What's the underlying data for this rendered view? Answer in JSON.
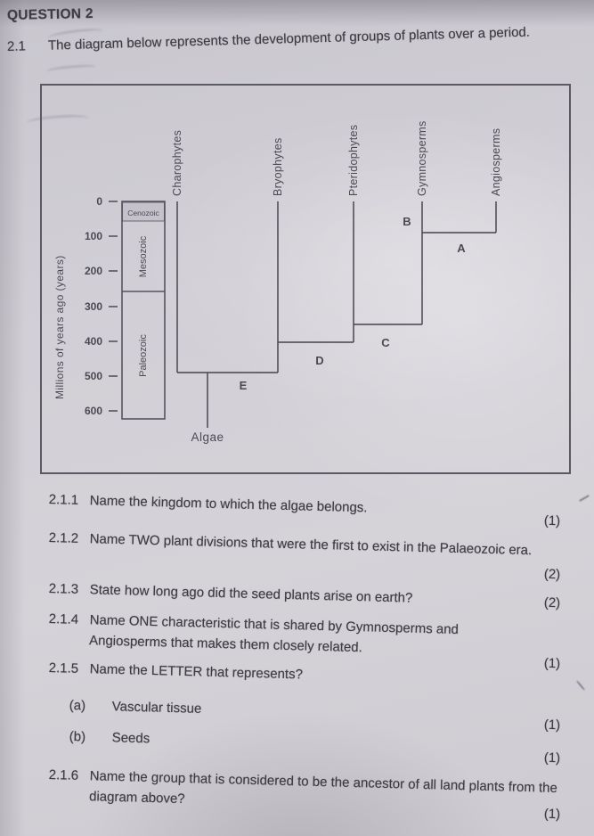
{
  "page": {
    "header": "QUESTION 2",
    "intro": {
      "number": "2.1",
      "text": "The diagram below represents the development of groups of plants over a period."
    }
  },
  "diagram": {
    "type": "cladogram",
    "axis_label": "Millions of years ago (years)",
    "ticks": [
      "0",
      "100",
      "200",
      "300",
      "400",
      "500",
      "600"
    ],
    "eras": [
      "Cenozoic",
      "Mesozoic",
      "Paleozoic"
    ],
    "taxa": [
      "Charophytes",
      "Bryophytes",
      "Pteridophytes",
      "Gymnosperms",
      "Angiosperms"
    ],
    "letters": [
      "A",
      "B",
      "C",
      "D",
      "E"
    ],
    "root": "Algae",
    "junctions_mya": {
      "A_gymnosperm_angiosperm_split": 100,
      "C_seed_plants_branch": 350,
      "D_pteridophytes_branch": 400,
      "E_charophytes_branch": 490
    }
  },
  "questions": [
    {
      "number": "2.1.1",
      "text": "Name the kingdom to which the algae belongs.",
      "marks": "(1)"
    },
    {
      "number": "2.1.2",
      "text": "Name TWO plant divisions that were the first to exist in the Palaeozoic era.",
      "marks": "(2)"
    },
    {
      "number": "2.1.3",
      "text": "State how long ago did the seed plants arise on earth?",
      "marks": "(2)"
    },
    {
      "number": "2.1.4",
      "text": "Name ONE characteristic that is shared by Gymnosperms and Angiosperms that makes them closely related.",
      "marks": "(1)"
    },
    {
      "number": "2.1.5",
      "text": "Name the LETTER that represents?",
      "options": [
        {
          "label": "(a)",
          "text": "Vascular tissue",
          "marks": "(1)"
        },
        {
          "label": "(b)",
          "text": "Seeds",
          "marks": "(1)"
        }
      ]
    },
    {
      "number": "2.1.6",
      "text": "Name the group that is considered to be the ancestor of all land plants from the diagram above?",
      "marks": "(1)"
    }
  ]
}
